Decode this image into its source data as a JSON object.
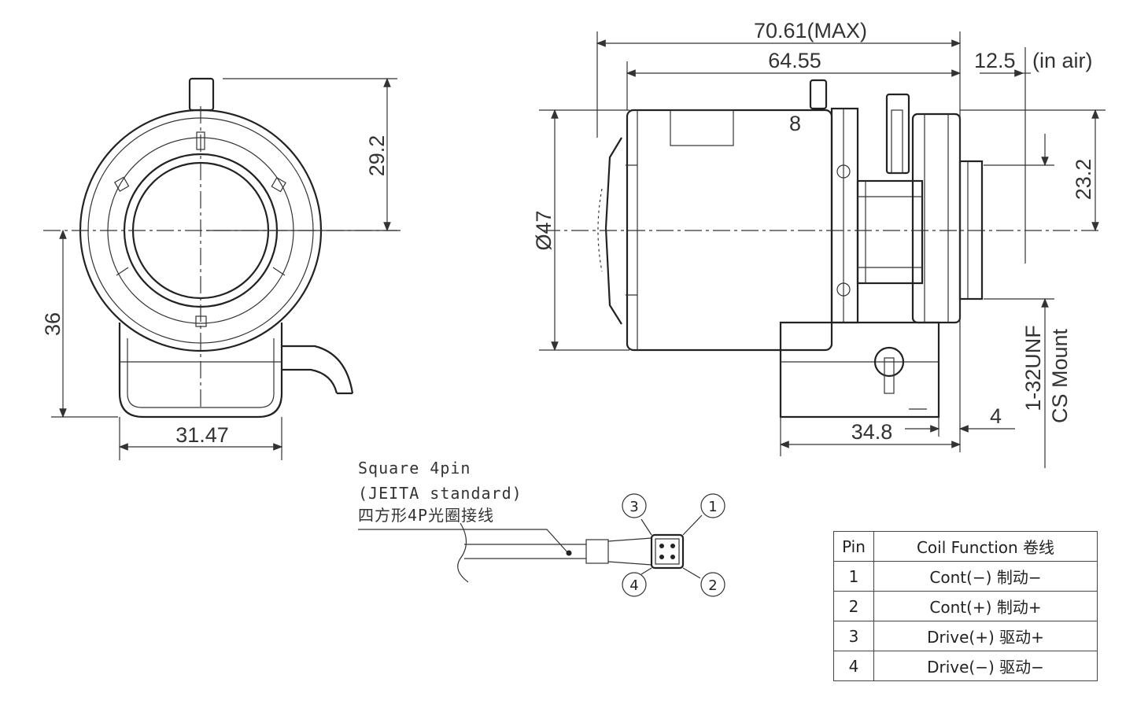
{
  "front_view": {
    "dim_height_top": "29.2",
    "dim_height_bottom": "36",
    "dim_width": "31.47"
  },
  "side_view": {
    "dim_total_length": "70.61(MAX)",
    "dim_body_length": "64.55",
    "dim_back_focus": "12.5",
    "dim_back_focus_note": "(in air)",
    "dim_diameter": "Ø47",
    "dim_mount_offset": "23.2",
    "dim_bottom_length": "34.8",
    "dim_flange": "4",
    "mount_thread": "1-32UNF",
    "mount_type": "CS Mount",
    "focus_mark": "8"
  },
  "connector": {
    "label_line1": "Square 4pin",
    "label_line2": "(JEITA standard)",
    "label_line3": "四方形4P光圈接线",
    "pins": [
      "1",
      "2",
      "3",
      "4"
    ]
  },
  "pin_table": {
    "headers": [
      "Pin",
      "Coil Function 卷线"
    ],
    "rows": [
      {
        "pin": "1",
        "function": "Cont(−) 制动−"
      },
      {
        "pin": "2",
        "function": "Cont(+) 制动+"
      },
      {
        "pin": "3",
        "function": "Drive(+) 驱动+"
      },
      {
        "pin": "4",
        "function": "Drive(−) 驱动−"
      }
    ]
  }
}
